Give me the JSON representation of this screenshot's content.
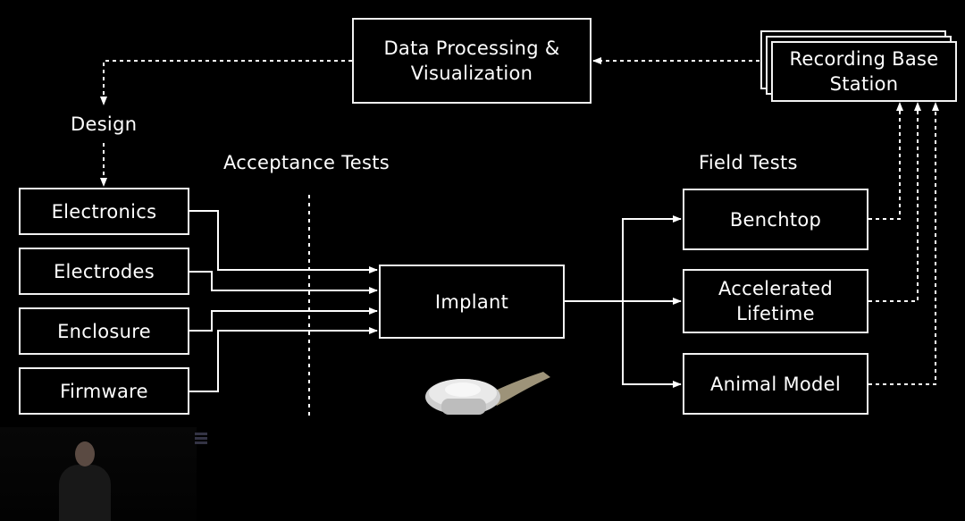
{
  "diagram": {
    "top_process": "Data Processing & Visualization",
    "base_station": "Recording Base Station",
    "design_label": "Design",
    "acceptance_label": "Acceptance Tests",
    "field_label": "Field Tests",
    "components": [
      "Electronics",
      "Electrodes",
      "Enclosure",
      "Firmware"
    ],
    "implant": "Implant",
    "field_tests": [
      "Benchtop",
      "Accelerated Lifetime",
      "Animal Model"
    ]
  },
  "colors": {
    "background": "#000000",
    "line": "#ffffff"
  },
  "icons": {
    "implant_device": "implant-device-icon"
  }
}
